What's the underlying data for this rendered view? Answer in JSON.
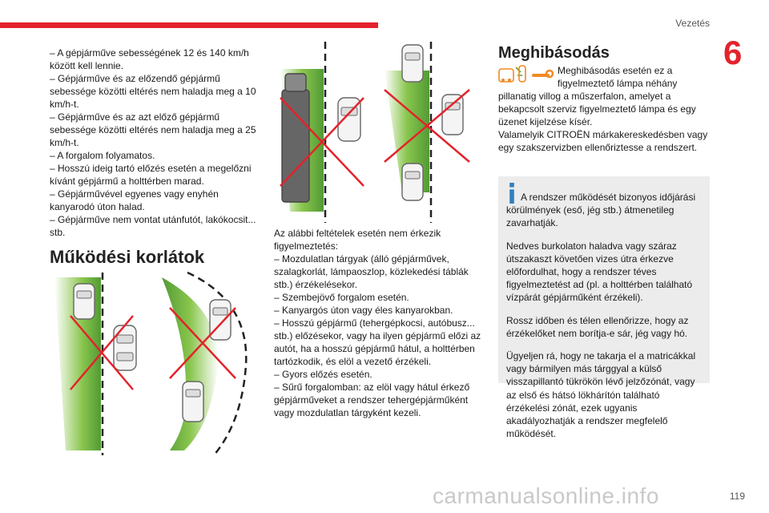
{
  "header": {
    "section": "Vezetés",
    "chapter": "6"
  },
  "page_number": "119",
  "col1": {
    "lines": [
      "– A gépjárműve sebességének 12 és 140 km/h között kell lennie.",
      "– Gépjárműve és az előzendő gépjármű sebessége közötti eltérés nem haladja meg a 10 km/h-t.",
      "– Gépjárműve és az azt előző gépjármű sebessége közötti eltérés nem haladja meg a 25 km/h-t.",
      "– A forgalom folyamatos.",
      "– Hosszú ideig tartó előzés esetén a megelőzni kívánt gépjármű a holttérben marad.",
      "– Gépjárművével egyenes vagy enyhén kanyarodó úton halad.",
      "– Gépjárműve nem vontat utánfutót, lakókocsit... stb."
    ],
    "heading": "Működési korlátok"
  },
  "col2": {
    "intro": "Az alábbi feltételek esetén nem érkezik figyelmeztetés:",
    "lines": [
      "– Mozdulatlan tárgyak (álló gépjárművek, szalagkorlát, lámpaoszlop, közlekedési táblák stb.) érzékelésekor.",
      "– Szembejövő forgalom esetén.",
      "– Kanyargós úton vagy éles kanyarokban.",
      "– Hosszú gépjármű (tehergépkocsi, autóbusz... stb.) előzésekor, vagy ha ilyen gépjármű előzi az autót, ha a hosszú gépjármű hátul, a holttérben tartózkodik, és elöl a vezető érzékeli.",
      "– Gyors előzés esetén.",
      "– Sűrű forgalomban: az elöl vagy hátul érkező gépjárműveket a rendszer tehergépjárműként vagy mozdulatlan tárgyként kezeli."
    ]
  },
  "col3": {
    "heading": "Meghibásodás",
    "fault_lead": "Meghibásodás esetén ez a figyelmeztető lámpa néhány",
    "fault_rest": "pillanatig villog a műszerfalon, amelyet a bekapcsolt szerviz figyelmeztető lámpa és egy üzenet kijelzése kísér.",
    "fault_dealer": "Valamelyik CITROËN márkakereskedésben vagy egy szakszervizben ellenőriztesse a rendszert.",
    "note": {
      "first": "A rendszer működését bizonyos időjárási körülmények (eső, jég stb.) átmenetileg zavarhatják.",
      "body": "Nedves burkolaton haladva vagy száraz útszakaszt követően vizes útra érkezve előfordulhat, hogy a rendszer téves figyelmeztetést ad (pl. a holttérben található vízpárát gépjárműként érzékeli).",
      "body2": "Rossz időben és télen ellenőrizze, hogy az érzékelőket nem borítja-e sár, jég vagy hó.",
      "body3": "Ügyeljen rá, hogy ne takarja el a matricákkal vagy bármilyen más tárggyal a külső visszapillantó tükrökön lévő jelzőzónát, vagy az első és hátsó lökhárítón található érzékelési zónát, ezek ugyanis akadályozhatják a rendszer megfelelő működését."
    }
  },
  "watermark": "carmanualsonline.info",
  "colors": {
    "accent": "#e3232c",
    "icon_orange": "#f08a24",
    "icon_green": "#5aa02c",
    "note_bg": "#ececec"
  }
}
